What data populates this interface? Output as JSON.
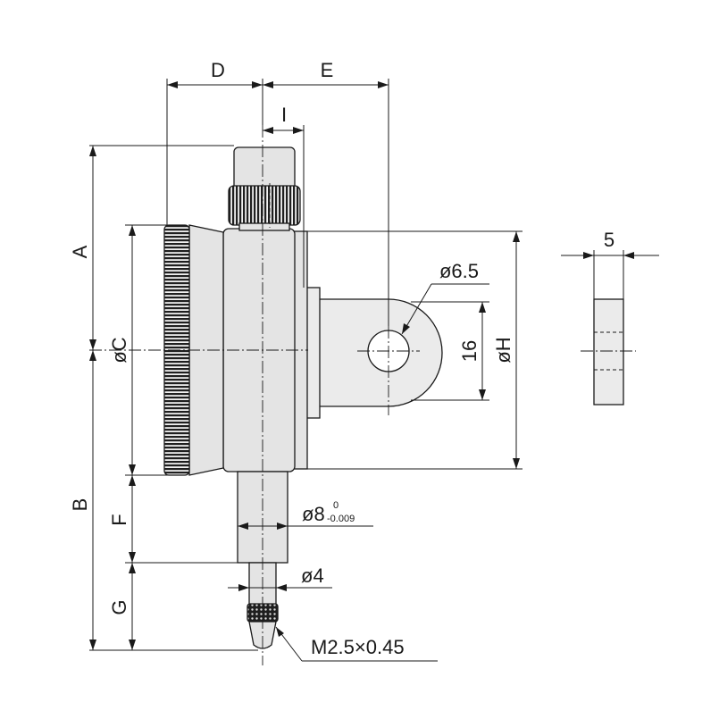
{
  "labels": {
    "dim_a": "A",
    "dim_b": "B",
    "dim_c": "øC",
    "dim_d": "D",
    "dim_e": "E",
    "dim_f": "F",
    "dim_g": "G",
    "dim_h": "øH",
    "dim_i": "I",
    "hole_dia": "ø6.5",
    "lug_height": "16",
    "stem_dia": "ø8",
    "stem_tol_upper": "0",
    "stem_tol_lower": "-0.009",
    "tip_dia": "ø4",
    "thread": "M2.5×0.45",
    "lug_thickness": "5"
  }
}
